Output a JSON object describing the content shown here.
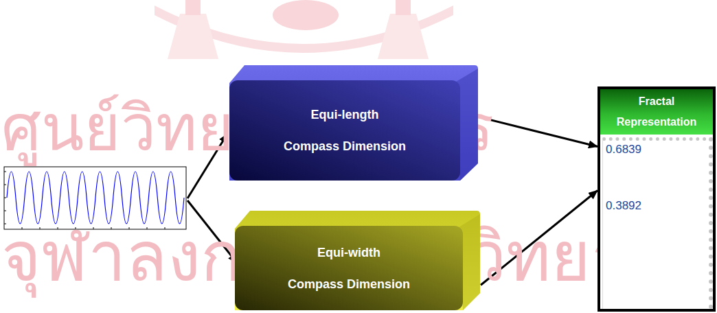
{
  "diagram": {
    "nodes": [
      {
        "text": [
          "Equi-length Compass Dimension"
        ]
      },
      {
        "text": [
          "Equi-width Compass Dimension"
        ]
      },
      {
        "text": [
          "0.6839",
          "0.3892"
        ]
      },
      {
        "text": [
          "Fractal Representation"
        ],
        "in": 2
      }
    ],
    "edges": [
      {
        "from": 0,
        "to": 2,
        "arrow": "to"
      },
      {
        "from": 1,
        "to": 2,
        "arrow": "to"
      }
    ],
    "labels": [
      "ศูนย์วิทยทรัพยากร",
      "จุฬาลงกรณ์มหาวิทยาลัย"
    ]
  }
}
